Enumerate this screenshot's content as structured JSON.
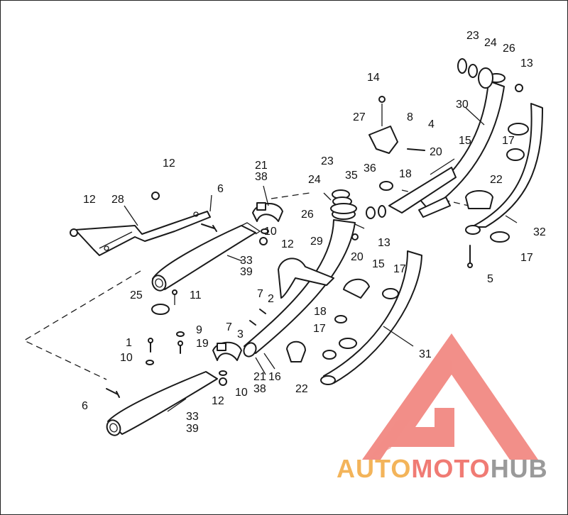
{
  "callouts": [
    {
      "id": "c1",
      "text": "23"
    },
    {
      "id": "c2",
      "text": "24"
    },
    {
      "id": "c3",
      "text": "26"
    },
    {
      "id": "c4",
      "text": "13"
    },
    {
      "id": "c5",
      "text": "14"
    },
    {
      "id": "c6",
      "text": "30"
    },
    {
      "id": "c7",
      "text": "27"
    },
    {
      "id": "c8",
      "text": "8"
    },
    {
      "id": "c9",
      "text": "4"
    },
    {
      "id": "c10",
      "text": "17"
    },
    {
      "id": "c11",
      "text": "15"
    },
    {
      "id": "c12",
      "text": "20"
    },
    {
      "id": "c13",
      "text": "12"
    },
    {
      "id": "c14",
      "text": "21"
    },
    {
      "id": "c15",
      "text": "38"
    },
    {
      "id": "c16",
      "text": "23"
    },
    {
      "id": "c17",
      "text": "36"
    },
    {
      "id": "c18",
      "text": "35"
    },
    {
      "id": "c19",
      "text": "18"
    },
    {
      "id": "c20",
      "text": "24"
    },
    {
      "id": "c21",
      "text": "22"
    },
    {
      "id": "c22",
      "text": "6"
    },
    {
      "id": "c23",
      "text": "12"
    },
    {
      "id": "c24",
      "text": "28"
    },
    {
      "id": "c25",
      "text": "26"
    },
    {
      "id": "c26",
      "text": "32"
    },
    {
      "id": "c27",
      "text": "10"
    },
    {
      "id": "c28",
      "text": "12"
    },
    {
      "id": "c29",
      "text": "29"
    },
    {
      "id": "c30",
      "text": "13"
    },
    {
      "id": "c31",
      "text": "17"
    },
    {
      "id": "c32",
      "text": "33"
    },
    {
      "id": "c33",
      "text": "39"
    },
    {
      "id": "c34",
      "text": "20"
    },
    {
      "id": "c35",
      "text": "15"
    },
    {
      "id": "c36",
      "text": "5"
    },
    {
      "id": "c37",
      "text": "17"
    },
    {
      "id": "c38",
      "text": "25"
    },
    {
      "id": "c39",
      "text": "11"
    },
    {
      "id": "c40",
      "text": "7"
    },
    {
      "id": "c41",
      "text": "2"
    },
    {
      "id": "c42",
      "text": "7"
    },
    {
      "id": "c43",
      "text": "18"
    },
    {
      "id": "c44",
      "text": "3"
    },
    {
      "id": "c45",
      "text": "9"
    },
    {
      "id": "c46",
      "text": "17"
    },
    {
      "id": "c47",
      "text": "1"
    },
    {
      "id": "c48",
      "text": "19"
    },
    {
      "id": "c49",
      "text": "10"
    },
    {
      "id": "c50",
      "text": "31"
    },
    {
      "id": "c51",
      "text": "21"
    },
    {
      "id": "c52",
      "text": "16"
    },
    {
      "id": "c53",
      "text": "38"
    },
    {
      "id": "c54",
      "text": "22"
    },
    {
      "id": "c55",
      "text": "6"
    },
    {
      "id": "c56",
      "text": "10"
    },
    {
      "id": "c57",
      "text": "12"
    },
    {
      "id": "c58",
      "text": "33"
    },
    {
      "id": "c59",
      "text": "39"
    }
  ],
  "watermark": {
    "part_a": "AUTO",
    "part_b": "MOTO",
    "part_c": "HUB",
    "color_a": "#f3b45a",
    "color_b": "#f07b74",
    "color_c": "#9a9a9a",
    "logo_color": "#f07b74"
  }
}
